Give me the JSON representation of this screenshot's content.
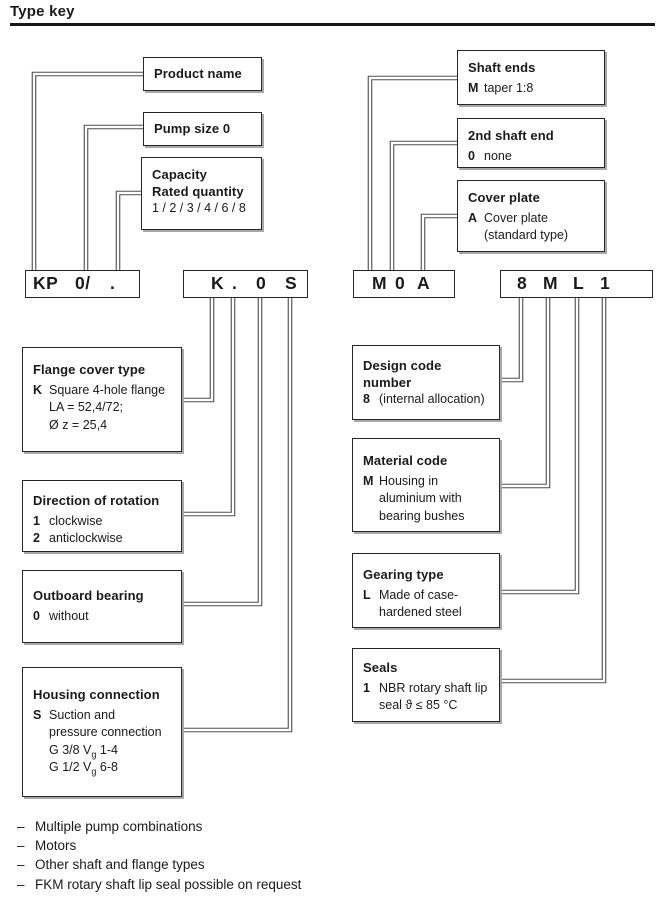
{
  "page": {
    "title": "Type key"
  },
  "codes": {
    "left1": [
      "KP",
      "0/",
      "."
    ],
    "left2": [
      "K",
      ".",
      "0",
      "S"
    ],
    "right1": [
      "M",
      "0",
      "A"
    ],
    "right2": [
      "8",
      "M",
      "L",
      "1"
    ]
  },
  "top_left_boxes": {
    "product_name": {
      "title": "Product name"
    },
    "pump_size": {
      "title": "Pump size 0"
    },
    "capacity": {
      "title_line1": "Capacity",
      "title_line2": "Rated quantity",
      "values": "1 / 2 / 3 / 4 / 6 / 8"
    }
  },
  "top_right_boxes": {
    "shaft_ends": {
      "title": "Shaft ends",
      "code": "M",
      "desc": "taper 1:8"
    },
    "second_shaft_end": {
      "title": "2nd shaft end",
      "code": "0",
      "desc": "none"
    },
    "cover_plate": {
      "title": "Cover plate",
      "code": "A",
      "desc": "Cover plate",
      "desc2": "(standard type)"
    }
  },
  "bottom_left_boxes": {
    "flange_cover_type": {
      "title": "Flange cover type",
      "code": "K",
      "desc1": "Square 4-hole flange",
      "desc2": "LA = 52,4/72;",
      "desc3": "Ø z = 25,4"
    },
    "direction_of_rotation": {
      "title": "Direction of rotation",
      "code1": "1",
      "desc1": "clockwise",
      "code2": "2",
      "desc2": "anticlockwise"
    },
    "outboard_bearing": {
      "title": "Outboard bearing",
      "code": "0",
      "desc": "without"
    },
    "housing_connection": {
      "title": "Housing connection",
      "code": "S",
      "desc1": "Suction and",
      "desc2": "pressure connection",
      "desc3_pre": "G 3/8 V",
      "desc3_sub": "g",
      "desc3_post": " 1-4",
      "desc4_pre": "G 1/2 V",
      "desc4_sub": "g",
      "desc4_post": " 6-8"
    }
  },
  "bottom_right_boxes": {
    "design_code_number": {
      "title_line1": "Design code",
      "title_line2": "number",
      "code": "8",
      "desc": "(internal allocation)"
    },
    "material_code": {
      "title": "Material code",
      "code": "M",
      "desc1": "Housing in",
      "desc2": "aluminium with",
      "desc3": "bearing bushes"
    },
    "gearing_type": {
      "title": "Gearing type",
      "code": "L",
      "desc1": "Made of case-",
      "desc2": "hardened steel"
    },
    "seals": {
      "title": "Seals",
      "code": "1",
      "desc1": "NBR rotary shaft lip",
      "desc2": "seal ϑ ≤  85 °C"
    }
  },
  "notes": {
    "bullet": "–",
    "items": [
      "Multiple pump combinations",
      "Motors",
      "Other shaft and flange types",
      "FKM rotary shaft lip seal possible on request"
    ]
  },
  "colors": {
    "ink": "#1a1a1a",
    "line": "#4d4d4d",
    "shadow": "#a8a8a8",
    "background": "#ffffff"
  }
}
